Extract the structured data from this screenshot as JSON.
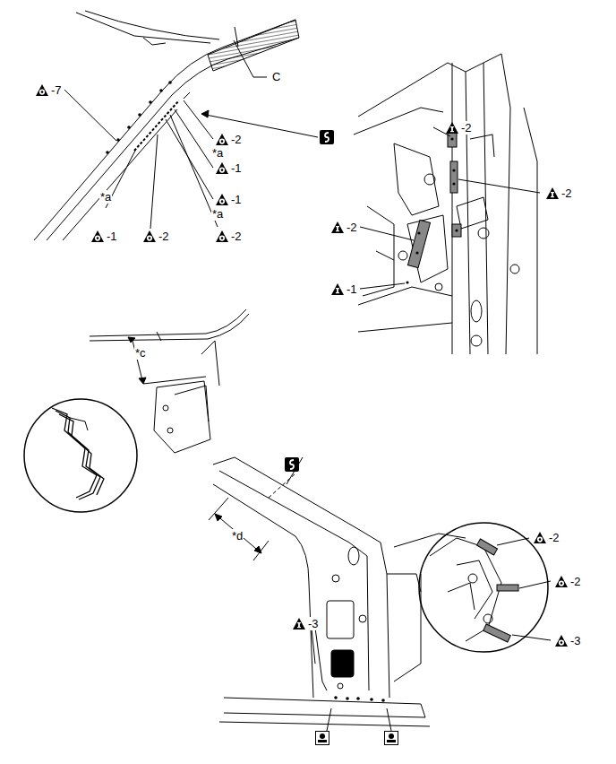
{
  "diagram": {
    "labels": [
      "C",
      "-7",
      "-2",
      "*a",
      "-1",
      "-1",
      "*a",
      "-1",
      "-2",
      "*a",
      "-2",
      "-2",
      "-2",
      "-2",
      "-1",
      "*c",
      "*d",
      "-3",
      "-2",
      "-2",
      "-3"
    ]
  }
}
